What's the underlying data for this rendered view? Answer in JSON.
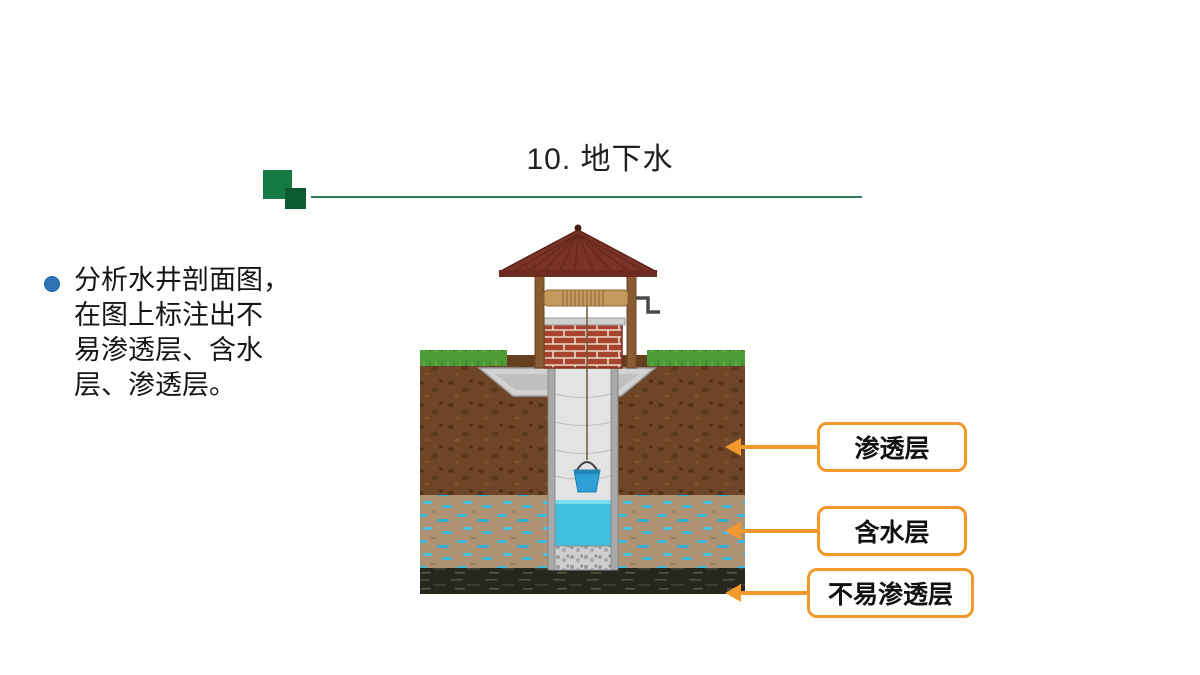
{
  "slide": {
    "title": "10. 地下水",
    "instruction_lines": [
      "分析水井剖面图，",
      "在图上标注出不",
      "易渗透层、含水",
      "层、渗透层。"
    ],
    "instruction_full": "分析水井剖面图，在图上标注出不易渗透层、含水层、渗透层。"
  },
  "callouts": [
    {
      "id": "permeable",
      "label": "渗透层"
    },
    {
      "id": "aquifer",
      "label": "含水层"
    },
    {
      "id": "impermeable",
      "label": "不易渗透层"
    }
  ],
  "icons": {
    "bullet": "filled-circle",
    "callout_arrow": "left-arrow"
  },
  "colors": {
    "accent_orange": "#F2992E",
    "divider_green": "#2F7D56",
    "square_green_large": "#157A43",
    "square_green_small": "#0A5C30",
    "bullet_blue": "#2E74B5",
    "soil_brown": "#6E4526",
    "aquifer_tan": "#AF9273",
    "water_blue": "#41BEE0",
    "impermeable_dark": "#27271D",
    "grass_green": "#4E9C38",
    "roof_brown": "#7A3226",
    "brick_red": "#A8432F"
  }
}
